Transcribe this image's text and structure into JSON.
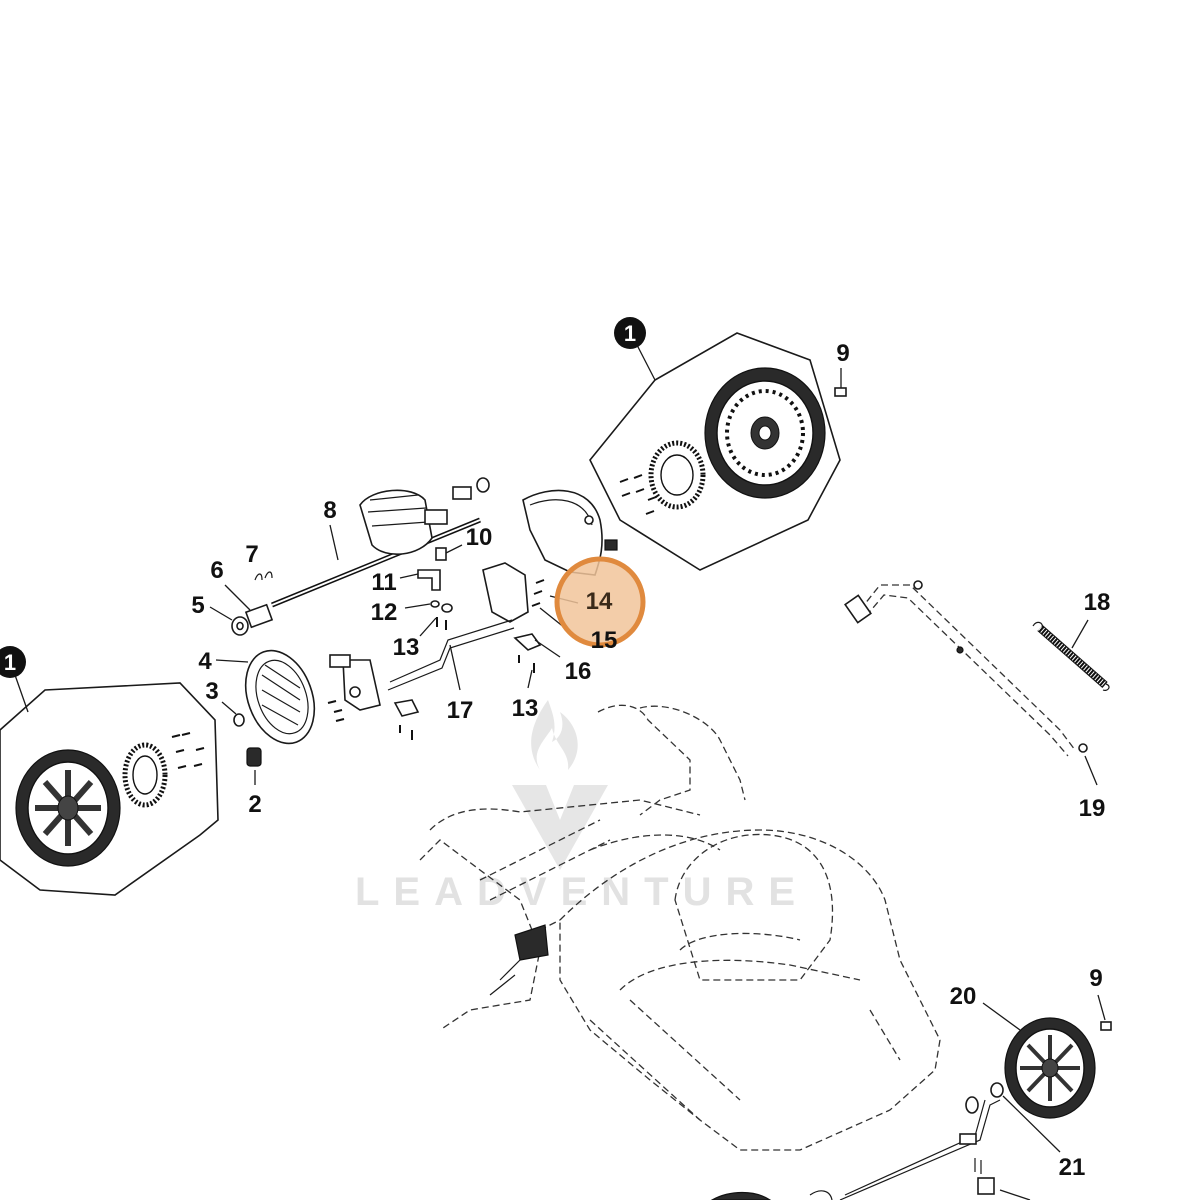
{
  "diagram": {
    "callouts": [
      {
        "id": "1-upper",
        "text": "1"
      },
      {
        "id": "1-left",
        "text": "1"
      },
      {
        "id": "2",
        "text": "2"
      },
      {
        "id": "3",
        "text": "3"
      },
      {
        "id": "4",
        "text": "4"
      },
      {
        "id": "5",
        "text": "5"
      },
      {
        "id": "6",
        "text": "6"
      },
      {
        "id": "7",
        "text": "7"
      },
      {
        "id": "8",
        "text": "8"
      },
      {
        "id": "9-upper",
        "text": "9"
      },
      {
        "id": "9-lower",
        "text": "9"
      },
      {
        "id": "10",
        "text": "10"
      },
      {
        "id": "11",
        "text": "11"
      },
      {
        "id": "12",
        "text": "12"
      },
      {
        "id": "13-left",
        "text": "13"
      },
      {
        "id": "13-right",
        "text": "13"
      },
      {
        "id": "14",
        "text": "14"
      },
      {
        "id": "15",
        "text": "15"
      },
      {
        "id": "16",
        "text": "16"
      },
      {
        "id": "17",
        "text": "17"
      },
      {
        "id": "18",
        "text": "18"
      },
      {
        "id": "19",
        "text": "19"
      },
      {
        "id": "20",
        "text": "20"
      },
      {
        "id": "21",
        "text": "21"
      }
    ],
    "highlight": {
      "target": "14",
      "color": "#e8a86a"
    },
    "watermark": {
      "text": "LEADVENTURE"
    },
    "colors": {
      "line": "#1a1a1a",
      "badge": "#111111",
      "highlight_fill": "#f1c49a",
      "highlight_stroke": "#e08a3e",
      "watermark": "#e2e2e2"
    }
  }
}
